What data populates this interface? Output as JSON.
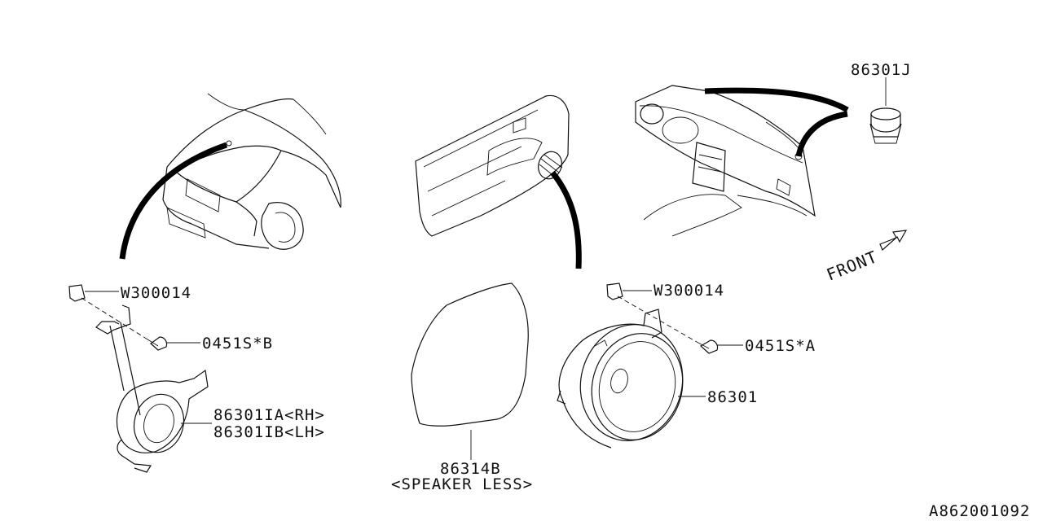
{
  "labels": {
    "w300014_left": "W300014",
    "bolt_b": "0451S*B",
    "tweeter_rh": "86301IA<RH>",
    "tweeter_lh": "86301IB<LH>",
    "cover": "86314B",
    "cover_note": "<SPEAKER LESS>",
    "w300014_right": "W300014",
    "bolt_a": "0451S*A",
    "speaker": "86301",
    "dash_speaker": "86301J",
    "front": "FRONT",
    "diagram_id": "A862001092"
  }
}
